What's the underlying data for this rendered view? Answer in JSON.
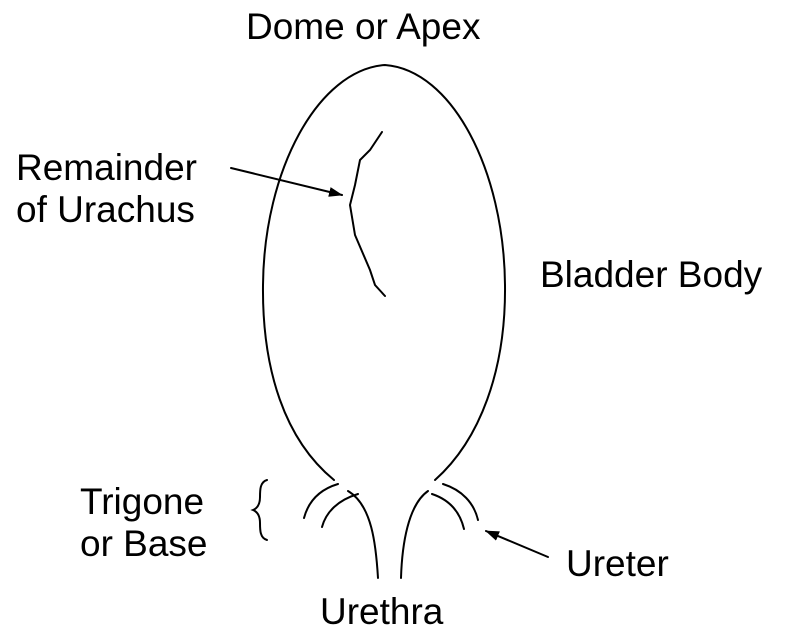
{
  "labels": {
    "dome": "Dome or Apex",
    "urachus": [
      "Remainder",
      "of Urachus"
    ],
    "bladder_body": "Bladder Body",
    "trigone": [
      "Trigone",
      "or Base"
    ],
    "ureter": "Ureter",
    "urethra": "Urethra"
  },
  "colors": {
    "stroke": "#000000",
    "background": "#ffffff"
  }
}
